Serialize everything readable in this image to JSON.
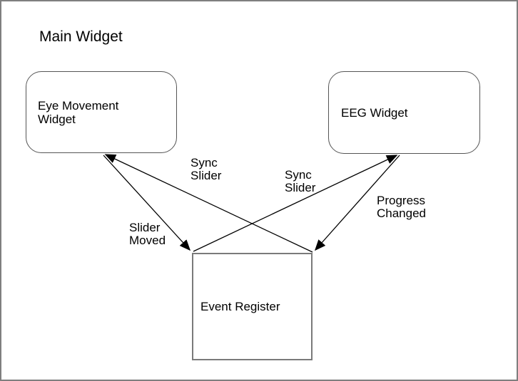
{
  "diagram": {
    "title": "Main Widget",
    "nodes": [
      {
        "id": "eye-movement-widget",
        "label": "Eye Movement Widget",
        "shape": "rounded-rectangle"
      },
      {
        "id": "eeg-widget",
        "label": "EEG Widget",
        "shape": "rounded-rectangle"
      },
      {
        "id": "event-register",
        "label": "Event Register",
        "shape": "rectangle"
      }
    ],
    "edges": [
      {
        "from": "event-register",
        "to": "eye-movement-widget",
        "label": "Sync Slider"
      },
      {
        "from": "event-register",
        "to": "eeg-widget",
        "label": "Sync Slider"
      },
      {
        "from": "eye-movement-widget",
        "to": "event-register",
        "label": "Slider Moved"
      },
      {
        "from": "eeg-widget",
        "to": "event-register",
        "label": "Progress Changed"
      }
    ],
    "colors": {
      "background": "#ffffff",
      "frame_border": "#7f7f7f",
      "rounded_node_border": "#555555",
      "rect_node_border": "#7a7a7a",
      "arrow": "#000000",
      "text": "#000000"
    }
  }
}
